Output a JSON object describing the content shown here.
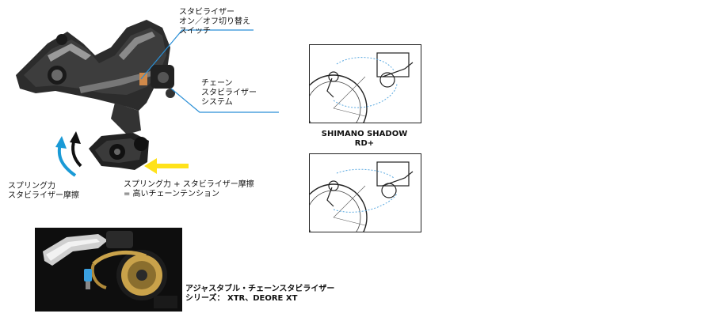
{
  "labels": {
    "stabilizer_switch": "スタビライザー\nオン／オフ切り替え\nスイッチ",
    "chain_stabilizer": "チェーン\nスタビライザー\nシステム",
    "spring_force": "スプリング力\nスタビライザー摩擦",
    "high_tension": "スプリング力 + スタビライザー摩擦\n= 高いチェーンテンション",
    "shadow_caption": "SHIMANO SHADOW\nRD+",
    "adjustable": "アジャスタブル・チェーンスタビライザー\nシリーズ： XTR、DEORE XT"
  },
  "colors": {
    "callout_line": "#2a8fd6",
    "yellow_arrow": "#ffe21a",
    "blue_arrow": "#1a9ad6",
    "black_arrow": "#111111",
    "chain_dash": "#5aa9e0",
    "gold": "#c9a24a"
  }
}
